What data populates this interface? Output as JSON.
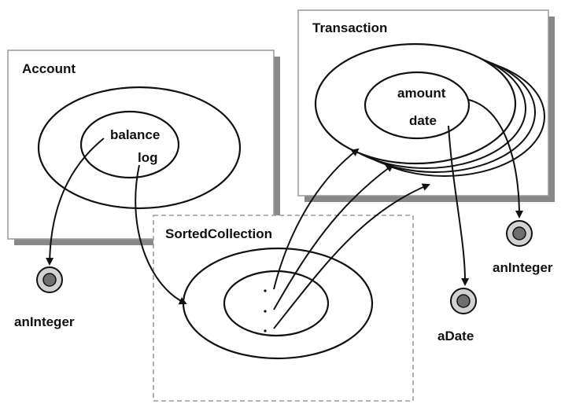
{
  "diagram": {
    "account": {
      "title": "Account",
      "vars": {
        "balance": "balance",
        "log": "log"
      }
    },
    "transaction": {
      "title": "Transaction",
      "vars": {
        "amount": "amount",
        "date": "date"
      }
    },
    "sorted_collection": {
      "title": "SortedCollection"
    },
    "objects": {
      "an_integer_left": "anInteger",
      "an_integer_right": "anInteger",
      "a_date": "aDate"
    }
  }
}
